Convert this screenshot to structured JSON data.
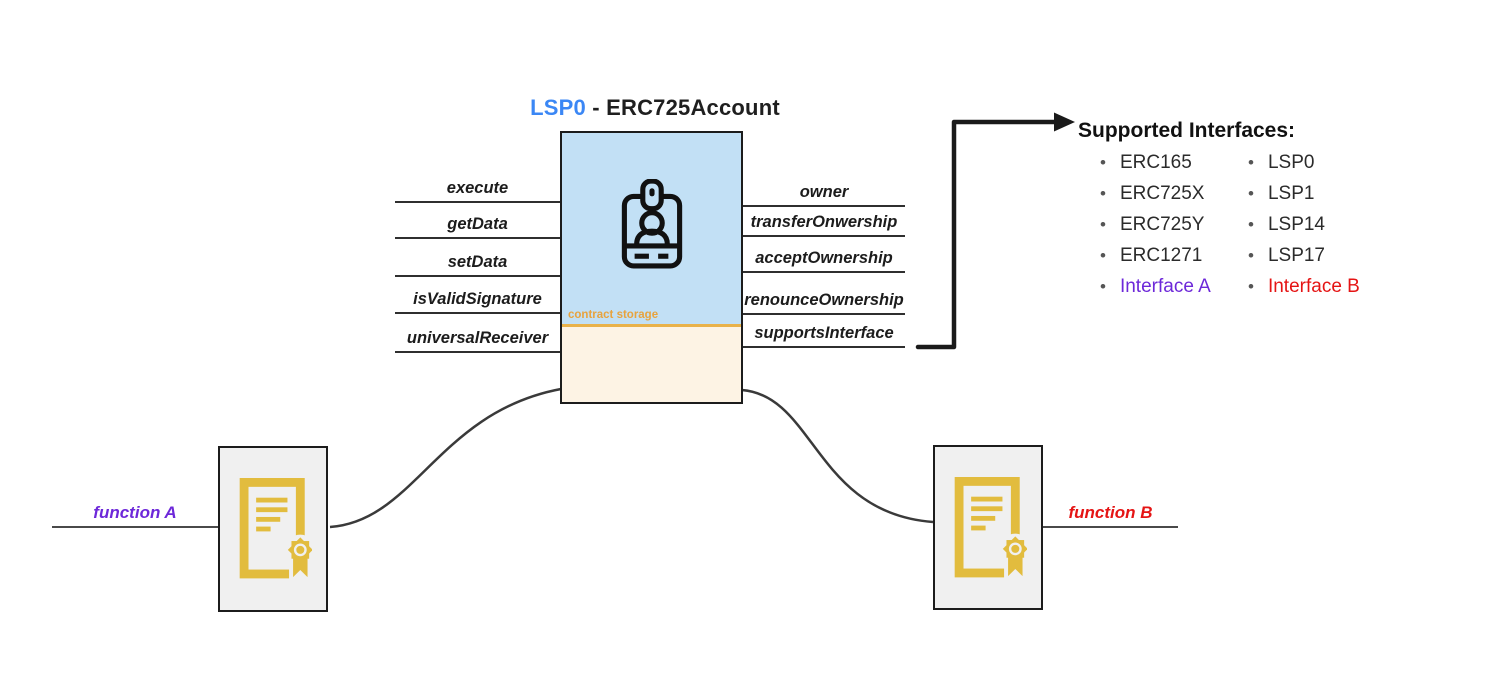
{
  "title": {
    "highlight": "LSP0",
    "rest": " - ERC725Account"
  },
  "account_box": {
    "storage_label": "contract storage"
  },
  "left_functions": [
    "execute",
    "getData",
    "setData",
    "isValidSignature",
    "universalReceiver"
  ],
  "right_functions": [
    "owner",
    "transferOnwership",
    "acceptOwnership",
    "renounceOwnership",
    "supportsInterface"
  ],
  "supported_interfaces": {
    "heading": "Supported Interfaces:",
    "bullet": "•",
    "col1": [
      "ERC165",
      "ERC725X",
      "ERC725Y",
      "ERC1271",
      "Interface A"
    ],
    "col2": [
      "LSP0",
      "LSP1",
      "LSP14",
      "LSP17",
      "Interface B"
    ]
  },
  "external_functions": {
    "a": "function A",
    "b": "function B"
  },
  "icons": {
    "account": "id-badge-icon",
    "contract_a": "certificate-icon",
    "contract_b": "certificate-icon",
    "arrow": "arrow-right-icon"
  },
  "colors": {
    "title_highlight": "#3b87f5",
    "account_fill": "#c2e0f5",
    "storage_fill": "#fdf3e4",
    "storage_divider": "#e9b24a",
    "storage_accent": "#e8a33d",
    "interface_a": "#6d28d9",
    "interface_b": "#e51414",
    "certificate": "#e2bc3e",
    "box_fill": "#f0f0f0"
  }
}
